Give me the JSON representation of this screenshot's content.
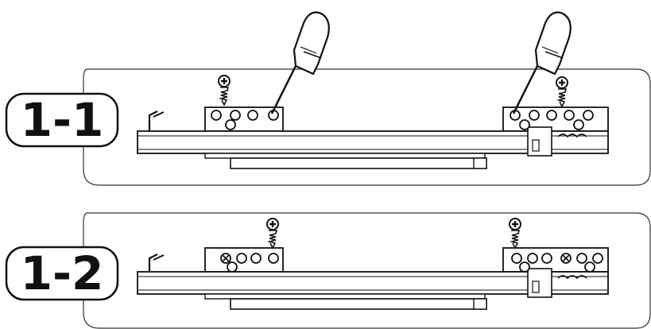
{
  "steps": [
    {
      "label": "1-1",
      "screwdrivers": 2,
      "screws_state": "about-to-insert"
    },
    {
      "label": "1-2",
      "screwdrivers": 0,
      "screws_state": "inserted"
    }
  ],
  "colors": {
    "stroke": "#222222",
    "background": "#ffffff",
    "handle_fill": "#ffffff"
  }
}
